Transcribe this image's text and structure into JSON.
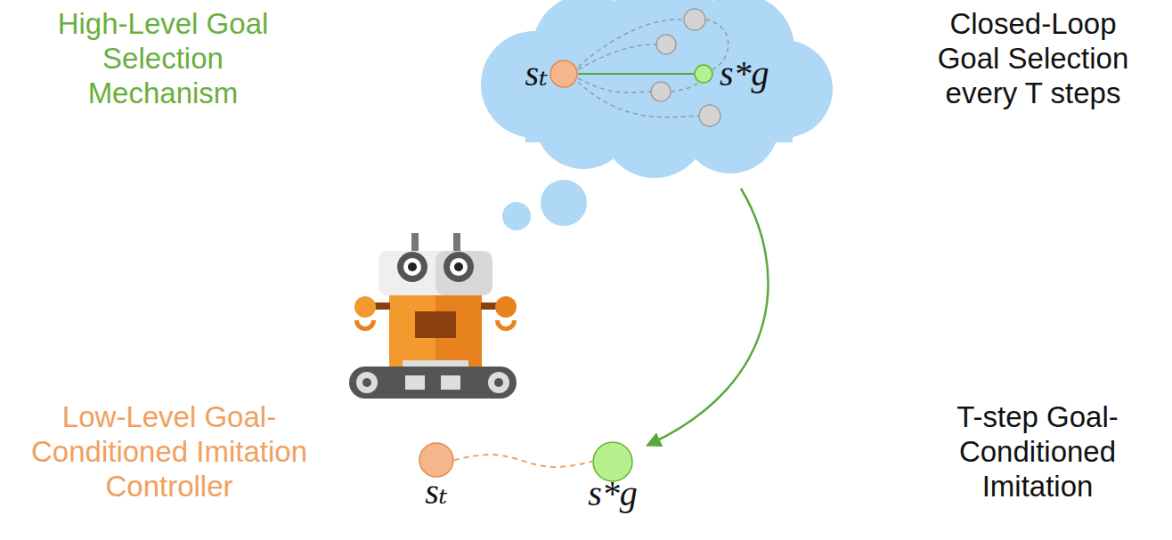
{
  "diagram": {
    "nodes": [
      {
        "text": [
          "sₜ"
        ]
      },
      {
        "text": [
          "s*g"
        ]
      },
      {
        "text": [
          "sₜ"
        ]
      },
      {
        "text": [
          "s*g"
        ]
      }
    ],
    "edges": [
      {
        "from": 0,
        "to": 1,
        "arrow": "none"
      },
      {
        "from": 2,
        "to": 3,
        "arrow": "none"
      }
    ],
    "labels": [
      "High-Level Goal Selection Mechanism",
      "Closed-Loop Goal Selection every T steps",
      "Low-Level Goal-Conditioned Imitation Controller",
      "T-step Goal-Conditioned Imitation"
    ]
  }
}
